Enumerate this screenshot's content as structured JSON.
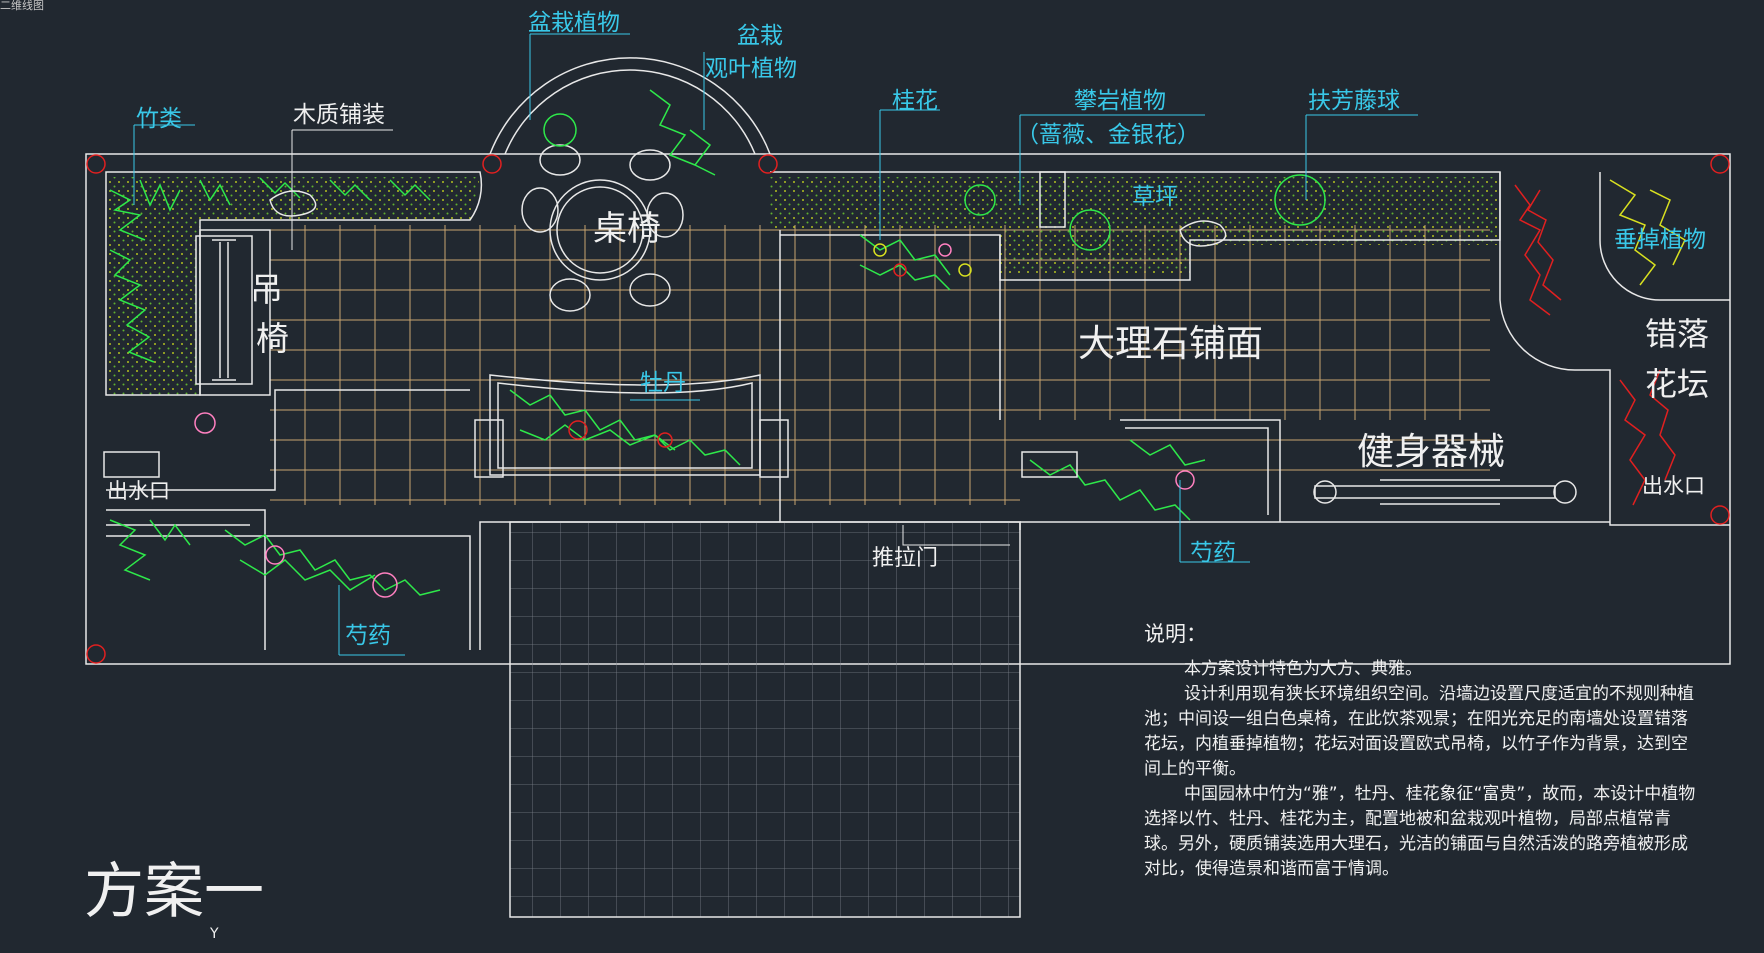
{
  "corner_label": "二维线图",
  "plan_title": "方案一",
  "axis_marker": "Y",
  "labels": {
    "potted_plants": "盆栽植物",
    "potted": "盆栽",
    "foliage_plants": "观叶植物",
    "bamboo": "竹类",
    "wood_paving": "木质铺装",
    "osmanthus": "桂花",
    "climbing_plants": "攀岩植物",
    "climbing_species": "（蔷薇、金银花）",
    "fufang_ball": "扶芳藤球",
    "lawn": "草坪",
    "hanging_plants": "垂掉植物",
    "staggered_bed_1": "错落",
    "staggered_bed_2": "花坛",
    "table_chairs": "桌椅",
    "swing_1": "吊",
    "swing_2": "椅",
    "marble_paving": "大理石铺面",
    "peony": "牡丹",
    "fitness": "健身器械",
    "outlet_left": "出水口",
    "outlet_right": "出水口",
    "herbaceous_peony_1": "芍药",
    "herbaceous_peony_2": "芍药",
    "sliding_door": "推拉门"
  },
  "notes": {
    "heading": "说明：",
    "p1": "本方案设计特色为大方、典雅。",
    "p2": "设计利用现有狭长环境组织空间。沿墙边设置尺度适宜的不规则种植池；中间设一组白色桌椅，在此饮茶观景；在阳光充足的南墙处设置错落花坛，内植垂掉植物；花坛对面设置欧式吊椅，以竹子作为背景，达到空间上的平衡。",
    "p3": "中国园林中竹为“雅”，牡丹、桂花象征“富贵”，故而，本设计中植物选择以竹、牡丹、桂花为主，配置地被和盆栽观叶植物，局部点植常青球。另外，硬质铺装选用大理石，光洁的铺面与自然活泼的路旁植被形成对比，使得造景和谐而富于情调。"
  },
  "colors": {
    "background": "#212830",
    "line": "#e8e8e8",
    "label": "#39c8e8",
    "grid": "#c8a470",
    "plant_green": "#2ee84a",
    "dot_yellow": "#d8e020",
    "accent_red": "#e02020",
    "flower_pink": "#ff80c0"
  }
}
